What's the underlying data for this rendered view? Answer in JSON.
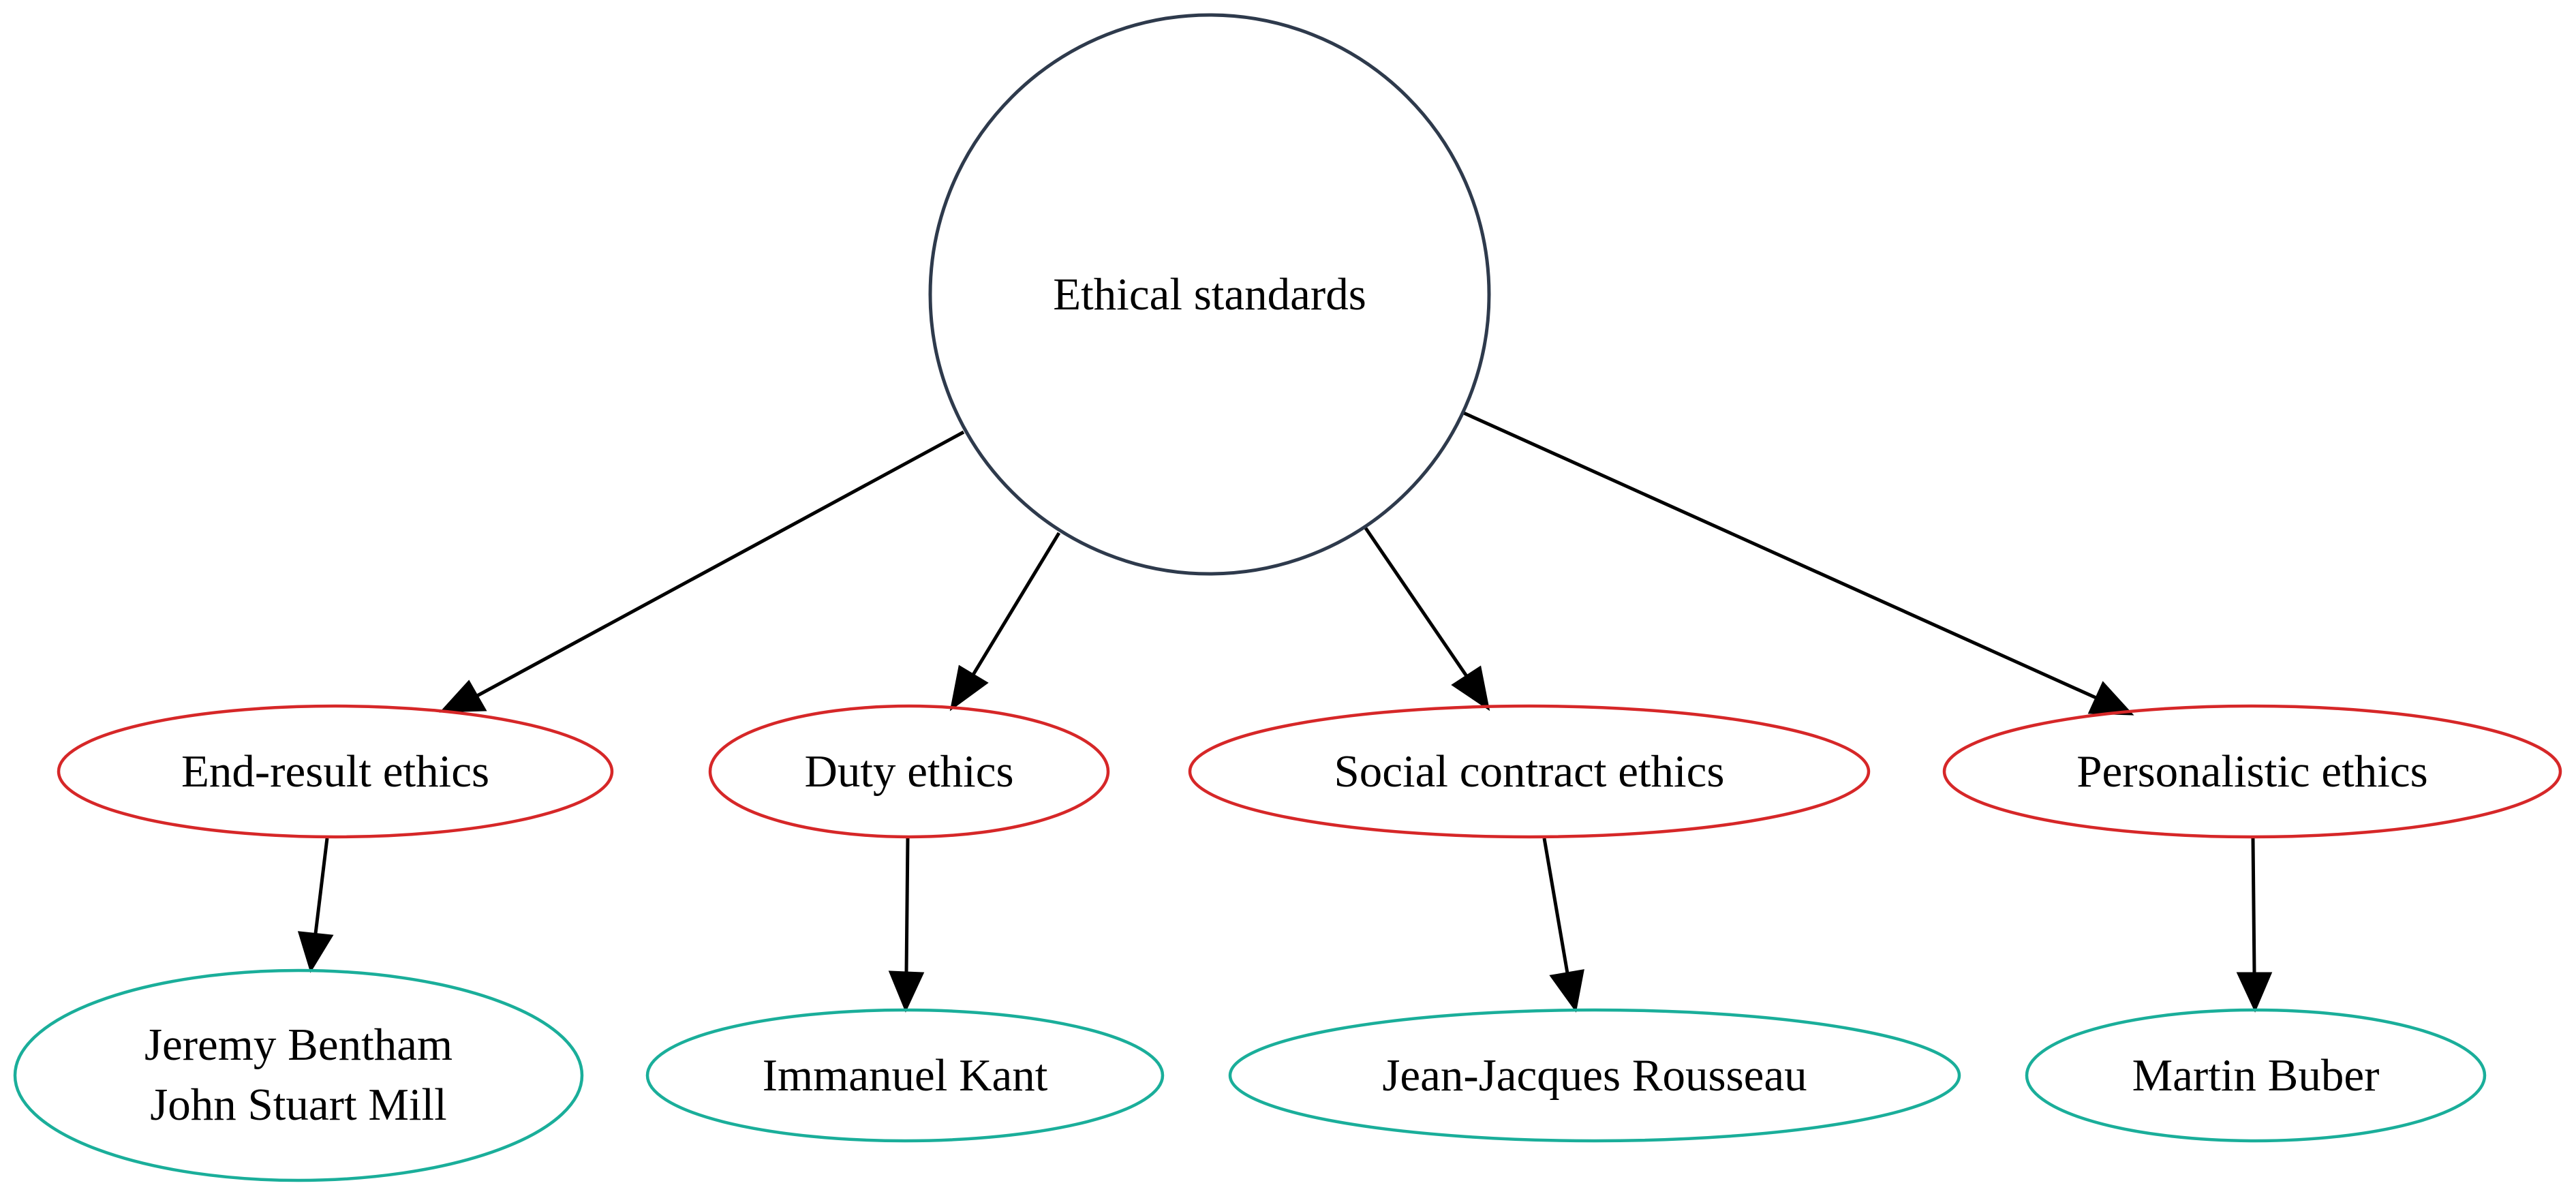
{
  "diagram": {
    "type": "tree",
    "root": {
      "id": "ethical-standards",
      "label": "Ethical standards",
      "shape": "circle",
      "stroke": "#2e3a4c"
    },
    "categories": [
      {
        "id": "end-result",
        "label": "End-result ethics",
        "stroke": "#d62728",
        "thinkers": {
          "lines": [
            "Jeremy Bentham",
            "John Stuart Mill"
          ],
          "stroke": "#1aae9a"
        }
      },
      {
        "id": "duty",
        "label": "Duty ethics",
        "stroke": "#d62728",
        "thinkers": {
          "lines": [
            "Immanuel Kant"
          ],
          "stroke": "#1aae9a"
        }
      },
      {
        "id": "social-contract",
        "label": "Social contract ethics",
        "stroke": "#d62728",
        "thinkers": {
          "lines": [
            "Jean-Jacques Rousseau"
          ],
          "stroke": "#1aae9a"
        }
      },
      {
        "id": "personalistic",
        "label": "Personalistic ethics",
        "stroke": "#d62728",
        "thinkers": {
          "lines": [
            "Martin Buber"
          ],
          "stroke": "#1aae9a"
        }
      }
    ],
    "edges": [
      {
        "from": "ethical-standards",
        "to": "end-result"
      },
      {
        "from": "ethical-standards",
        "to": "duty"
      },
      {
        "from": "ethical-standards",
        "to": "social-contract"
      },
      {
        "from": "ethical-standards",
        "to": "personalistic"
      },
      {
        "from": "end-result",
        "to": "end-result-thinkers"
      },
      {
        "from": "duty",
        "to": "duty-thinkers"
      },
      {
        "from": "social-contract",
        "to": "social-contract-thinkers"
      },
      {
        "from": "personalistic",
        "to": "personalistic-thinkers"
      }
    ]
  }
}
